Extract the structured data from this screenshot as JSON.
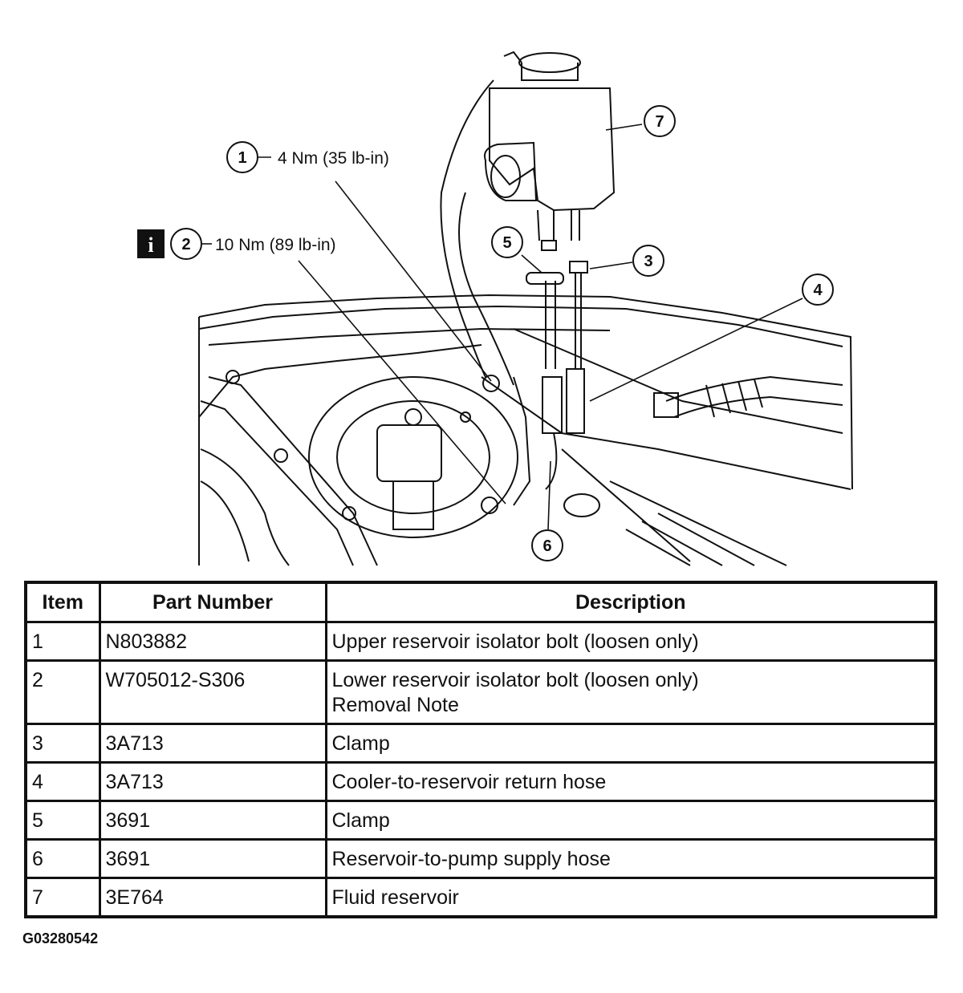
{
  "callouts": [
    {
      "num": "1",
      "torque": "4 Nm (35 lb-in)"
    },
    {
      "num": "2",
      "torque": "10 Nm (89 lb-in)"
    },
    {
      "num": "3"
    },
    {
      "num": "4"
    },
    {
      "num": "5"
    },
    {
      "num": "6"
    },
    {
      "num": "7"
    }
  ],
  "info_icon": "i",
  "table": {
    "headers": [
      "Item",
      "Part Number",
      "Description"
    ],
    "rows": [
      {
        "item": "1",
        "part": "N803882",
        "desc": "Upper reservoir isolator bolt (loosen only)",
        "note": ""
      },
      {
        "item": "2",
        "part": "W705012-S306",
        "desc": "Lower reservoir isolator bolt (loosen only)",
        "note": "Removal Note"
      },
      {
        "item": "3",
        "part": "3A713",
        "desc": "Clamp",
        "note": ""
      },
      {
        "item": "4",
        "part": "3A713",
        "desc": "Cooler-to-reservoir return hose",
        "note": ""
      },
      {
        "item": "5",
        "part": "3691",
        "desc": "Clamp",
        "note": ""
      },
      {
        "item": "6",
        "part": "3691",
        "desc": "Reservoir-to-pump supply hose",
        "note": ""
      },
      {
        "item": "7",
        "part": "3E764",
        "desc": "Fluid reservoir",
        "note": ""
      }
    ]
  },
  "figure_id": "G03280542"
}
